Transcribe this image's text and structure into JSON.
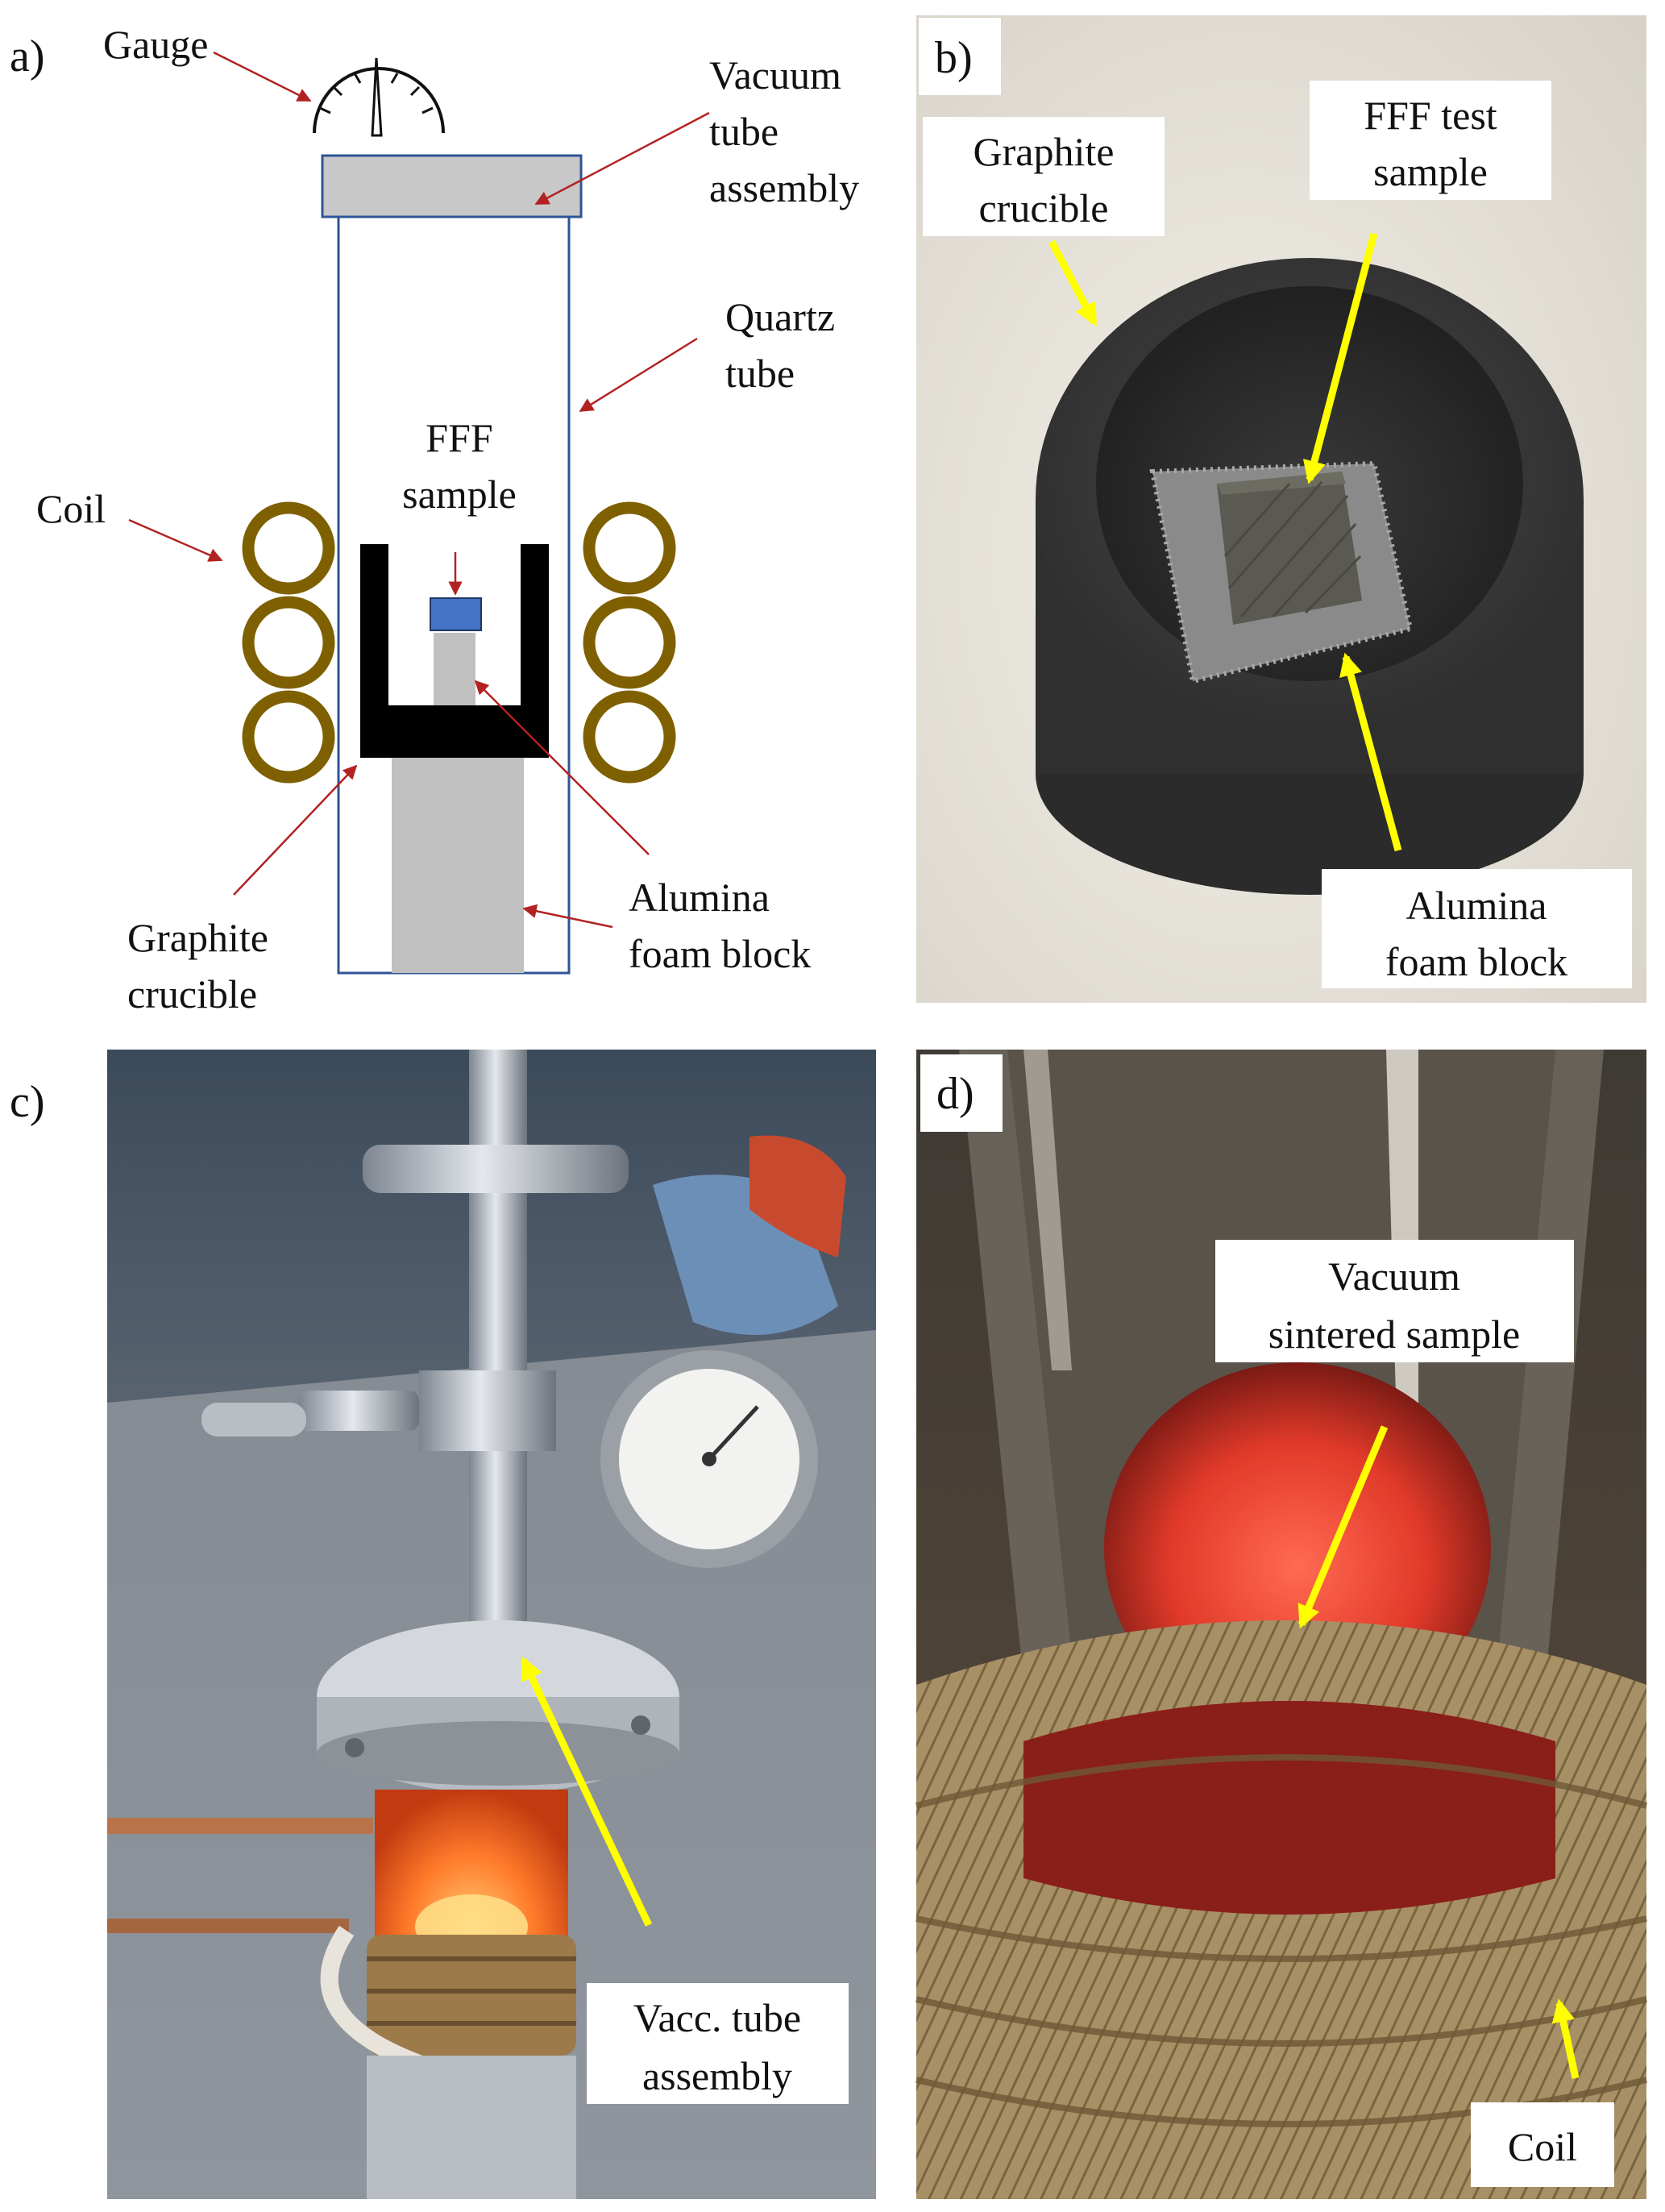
{
  "colors": {
    "outline_blue": "#2f5597",
    "cap_gray": "#c8c8c8",
    "foam_gray": "#c0c0c0",
    "sample_blue": "#4472c4",
    "crucible_black": "#000000",
    "coil_brown": "#7f6000",
    "leader_red": "#b22222",
    "highlight_yellow": "#ffff00"
  },
  "panel_a": {
    "letter": "a)",
    "gauge": "Gauge",
    "vacuum_line1": "Vacuum",
    "vacuum_line2": "tube",
    "vacuum_line3": "assembly",
    "quartz_line1": "Quartz",
    "quartz_line2": "tube",
    "coil": "Coil",
    "sample_line1": "FFF",
    "sample_line2": "sample",
    "graphite_line1": "Graphite",
    "graphite_line2": "crucible",
    "alumina_line1": "Alumina",
    "alumina_line2": "foam block"
  },
  "panel_b": {
    "letter": "b)",
    "graphite_line1": "Graphite",
    "graphite_line2": "crucible",
    "sample_line1": "FFF test",
    "sample_line2": "sample",
    "alumina_line1": "Alumina",
    "alumina_line2": "foam block"
  },
  "panel_c": {
    "letter": "c)",
    "assembly_line1": "Vacc. tube",
    "assembly_line2": "assembly"
  },
  "panel_d": {
    "letter": "d)",
    "sintered_line1": "Vacuum",
    "sintered_line2": "sintered sample",
    "coil": "Coil"
  }
}
